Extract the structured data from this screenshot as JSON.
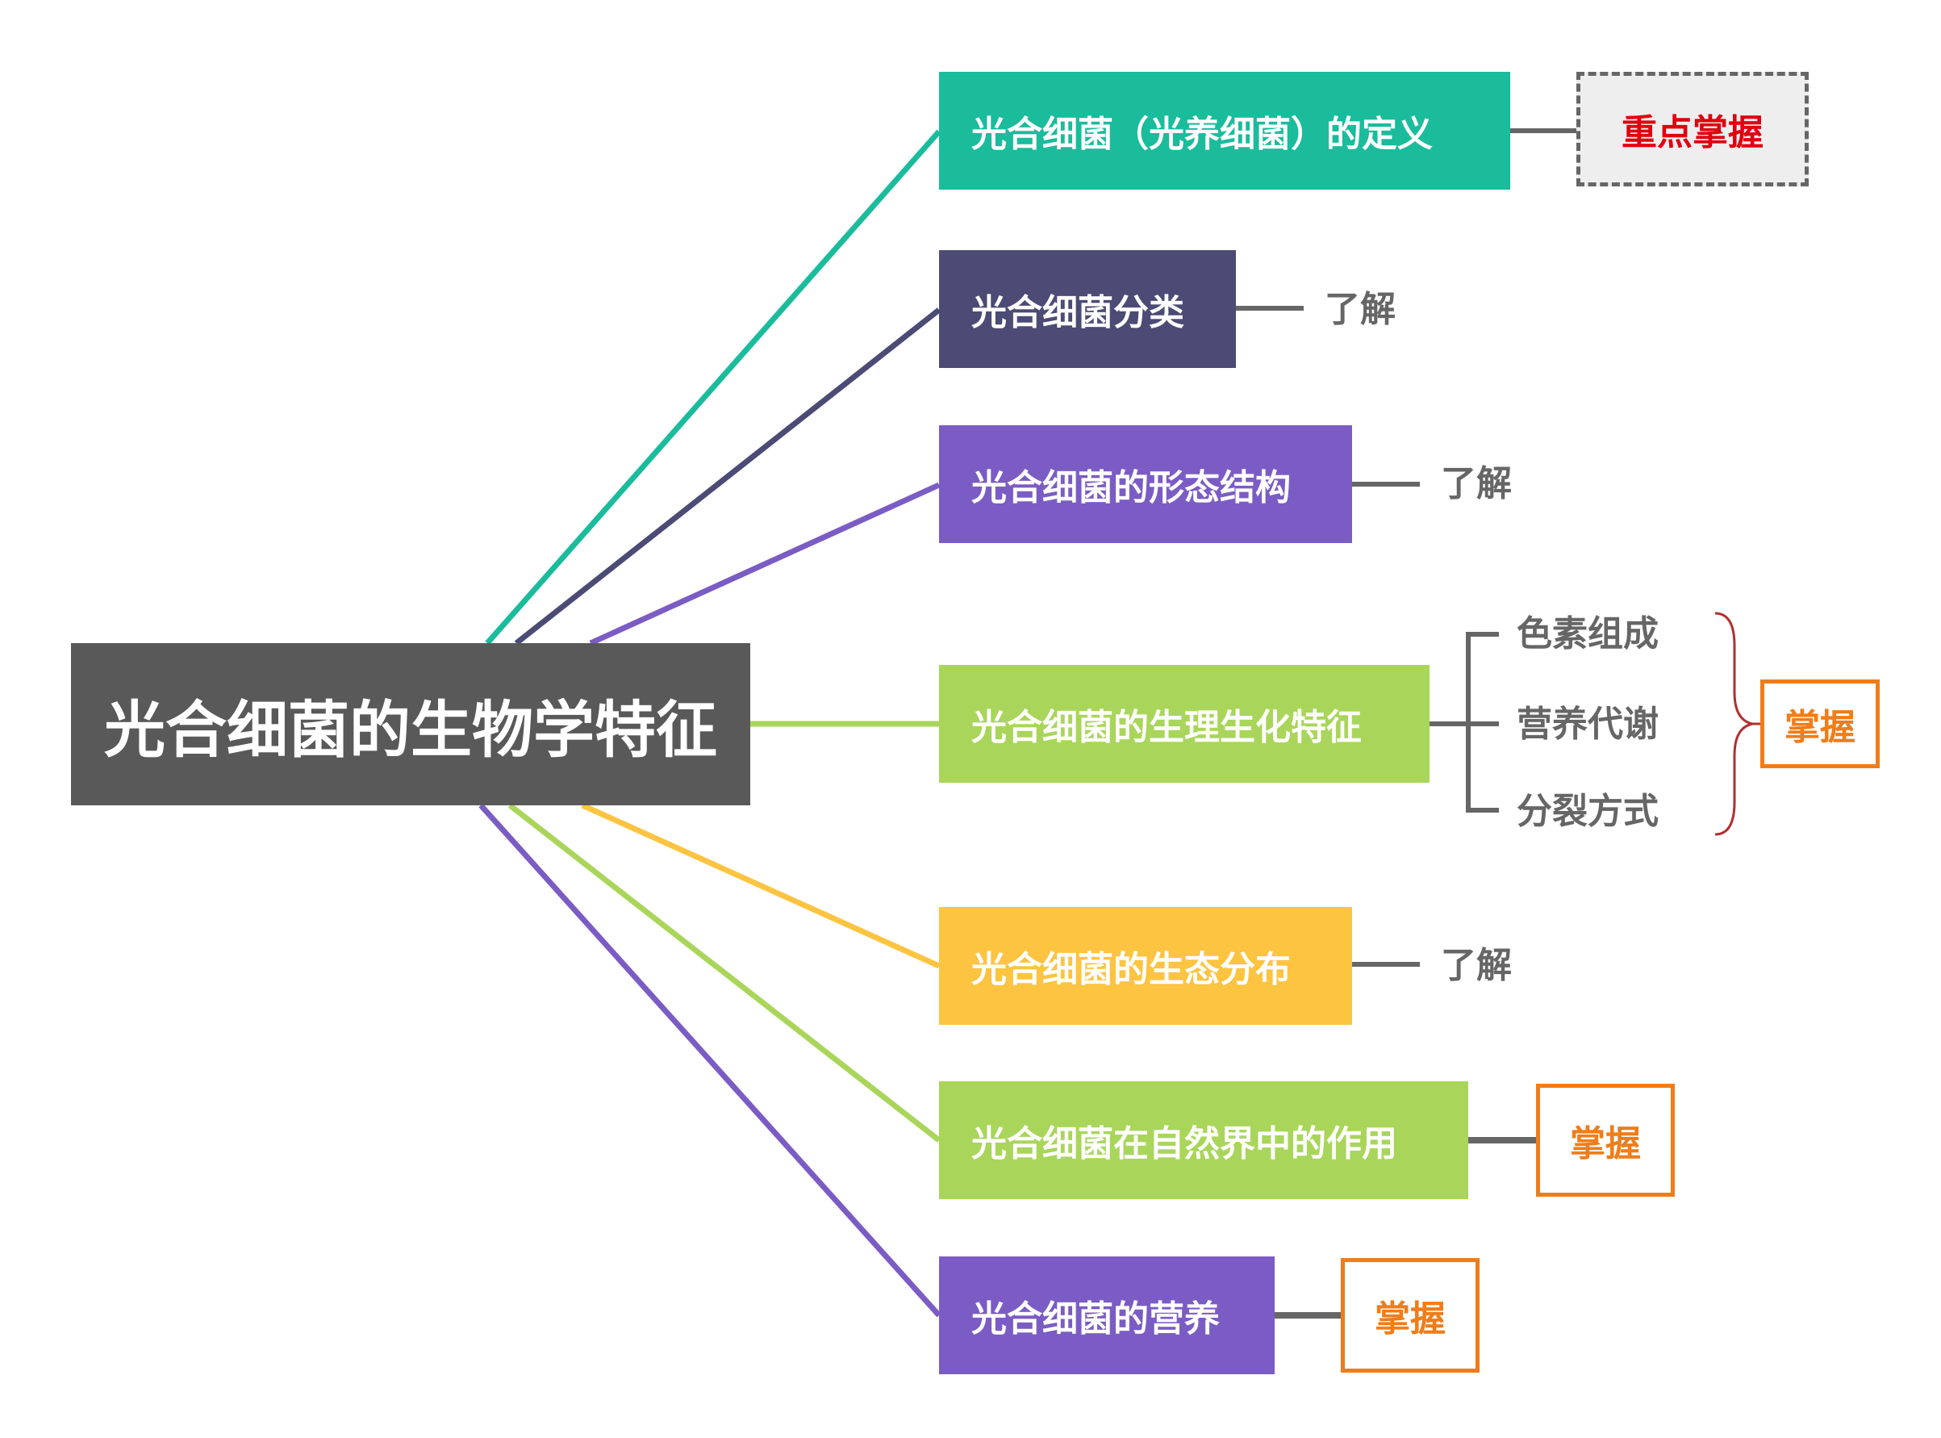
{
  "root": {
    "label": "光合细菌的生物学特征",
    "color": "#595959"
  },
  "branches": [
    {
      "label": "光合细菌（光养细菌）的定义",
      "color": "#1abc9c",
      "tag": "重点掌握"
    },
    {
      "label": "光合细菌分类",
      "color": "#4b4b75",
      "note": "了解"
    },
    {
      "label": "光合细菌的形态结构",
      "color": "#7b5cc4",
      "note": "了解"
    },
    {
      "label": "光合细菌的生理生化特征",
      "color": "#a9d65a",
      "sub_items": [
        "色素组成",
        "营养代谢",
        "分裂方式"
      ],
      "tag": "掌握"
    },
    {
      "label": "光合细菌的生态分布",
      "color": "#fdc441",
      "note": "了解"
    },
    {
      "label": "光合细菌在自然界中的作用",
      "color": "#a9d65a",
      "tag": "掌握"
    },
    {
      "label": "光合细菌的营养",
      "color": "#7b5cc4",
      "tag": "掌握"
    }
  ],
  "colors": {
    "key_point_text": "#e0000f",
    "master_tag": "#ef7d1a",
    "note_text": "#666666",
    "connector": "#666666",
    "brace": "#b03030"
  }
}
